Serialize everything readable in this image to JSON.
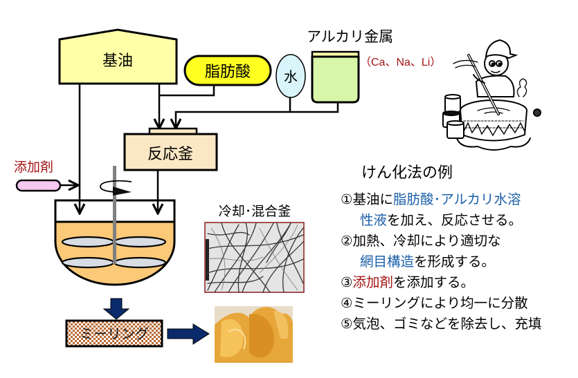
{
  "colors": {
    "base_oil_fill": "#ffffa8",
    "fatty_acid_fill": "#ffff22",
    "water_fill": "#d9f4fb",
    "alkali_fill": "#d8f5a8",
    "reactor_fill": "#fbe7c4",
    "additive_fill": "#f5c8f0",
    "vessel_liquid": "#fcc978",
    "paddle_fill": "#d8dde4",
    "shaft": "#808080",
    "big_arrow": "#0b2a6b",
    "milling_check_a": "#b96a34",
    "milling_check_b": "#ffffff",
    "red_text": "#a31515",
    "blue_text": "#1a5fa8",
    "photo_frame": "#8a1b1b"
  },
  "nodes": {
    "base_oil": "基油",
    "fatty_acid": "脂肪酸",
    "water": "水",
    "alkali_metal": "アルカリ金属",
    "alkali_examples": "（Ca、Na、Li）",
    "reactor": "反応釜",
    "additive": "添加剤",
    "cooling_mixing_vessel": "冷却･混合釜",
    "milling": "ミーリング"
  },
  "illustrations": {
    "worker": "man stirring a pot over fire",
    "fiber_micrograph": "grease soap fiber network",
    "grease_photo": "finished grease"
  },
  "panel": {
    "title": "けん化法の例",
    "steps": [
      {
        "num": "①",
        "parts": [
          {
            "t": "基油に",
            "c": ""
          },
          {
            "t": "脂肪酸･アルカリ水溶",
            "c": "blue"
          }
        ],
        "cont": [
          {
            "t": "性液",
            "c": "blue"
          },
          {
            "t": "を加え、反応させる。",
            "c": ""
          }
        ]
      },
      {
        "num": "②",
        "parts": [
          {
            "t": "加熱、冷却により適切な",
            "c": ""
          }
        ],
        "cont": [
          {
            "t": "網目構造",
            "c": "blue"
          },
          {
            "t": "を形成する。",
            "c": ""
          }
        ]
      },
      {
        "num": "③",
        "parts": [
          {
            "t": "添加剤",
            "c": "red"
          },
          {
            "t": "を添加する。",
            "c": ""
          }
        ]
      },
      {
        "num": "④",
        "parts": [
          {
            "t": "ミーリングにより均一に分散",
            "c": ""
          }
        ]
      },
      {
        "num": "⑤",
        "parts": [
          {
            "t": "気泡、ゴミなどを除去し、充填",
            "c": ""
          }
        ]
      }
    ]
  }
}
